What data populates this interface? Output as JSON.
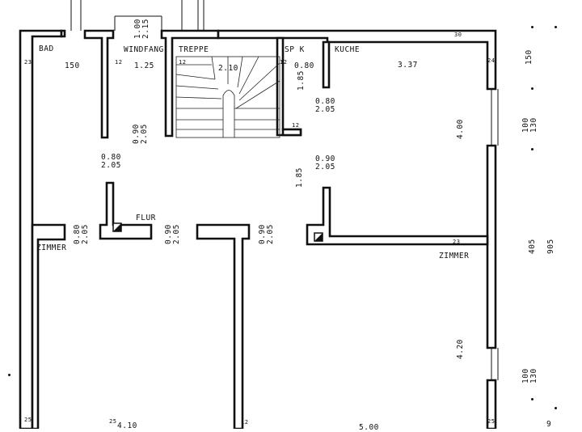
{
  "rooms": {
    "bad": "BAD",
    "windfang": "WINDFANG",
    "treppe": "TREPPE",
    "spk": "SP K",
    "kuche": "KUCHE",
    "flur": "FLUR",
    "zimmer_left": "ZIMMER",
    "zimmer_right": "ZIMMER"
  },
  "dims": {
    "bad_width": "150",
    "windfang_width": "1.25",
    "treppe_width": "2.10",
    "spk_width": "0.80",
    "kuche_width": "3.37",
    "bottom_left": "4.10",
    "bottom_right": "5.00",
    "spk_depth": "1.85",
    "flur_depth": "1.85",
    "kuche_depth": "4.00",
    "zimmer_depth": "4.20",
    "wall_12a": "12",
    "wall_12b": "12",
    "wall_12c": "12",
    "wall_12d": "12",
    "wall_12e": "12",
    "wall_23a": "23",
    "wall_23b": "23",
    "wall_24": "24",
    "wall_30": "30",
    "wall_25a": "25",
    "wall_25b": "25",
    "wall_25c": "25"
  },
  "doors": {
    "entry": "1.00\n2.15",
    "windfang": "0.90\n2.05",
    "spk": "0.80\n2.05",
    "flur_left": "0.80\n2.05",
    "kuche": "0.90\n2.05",
    "zimmer_left": "0.80\n2.05",
    "zimmer_mid": "0.90\n2.05",
    "zimmer_mid2": "0.90\n2.05"
  },
  "outer": {
    "right_1": "150",
    "right_2": "100\n130",
    "right_3": "405",
    "right_4": "905",
    "right_5": "100\n130",
    "right_6": "9"
  }
}
